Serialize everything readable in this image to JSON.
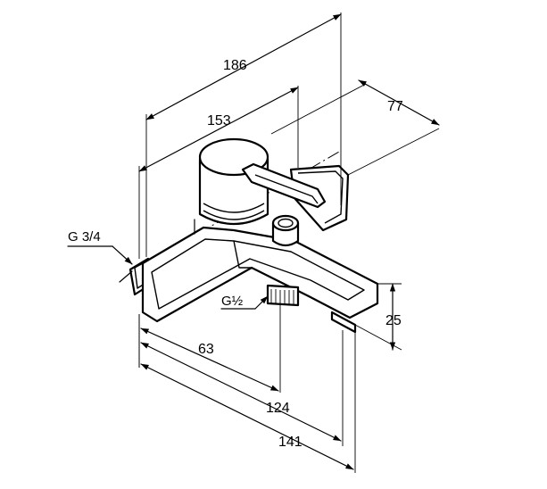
{
  "dimensions": {
    "overall_width": "186",
    "body_width": "153",
    "depth": "77",
    "inlet_thread": "G 3/4",
    "outlet_thread": "G½",
    "outlet_distance": "63",
    "spout_reach_inner": "124",
    "spout_reach_outer": "141",
    "spout_height": "25"
  }
}
